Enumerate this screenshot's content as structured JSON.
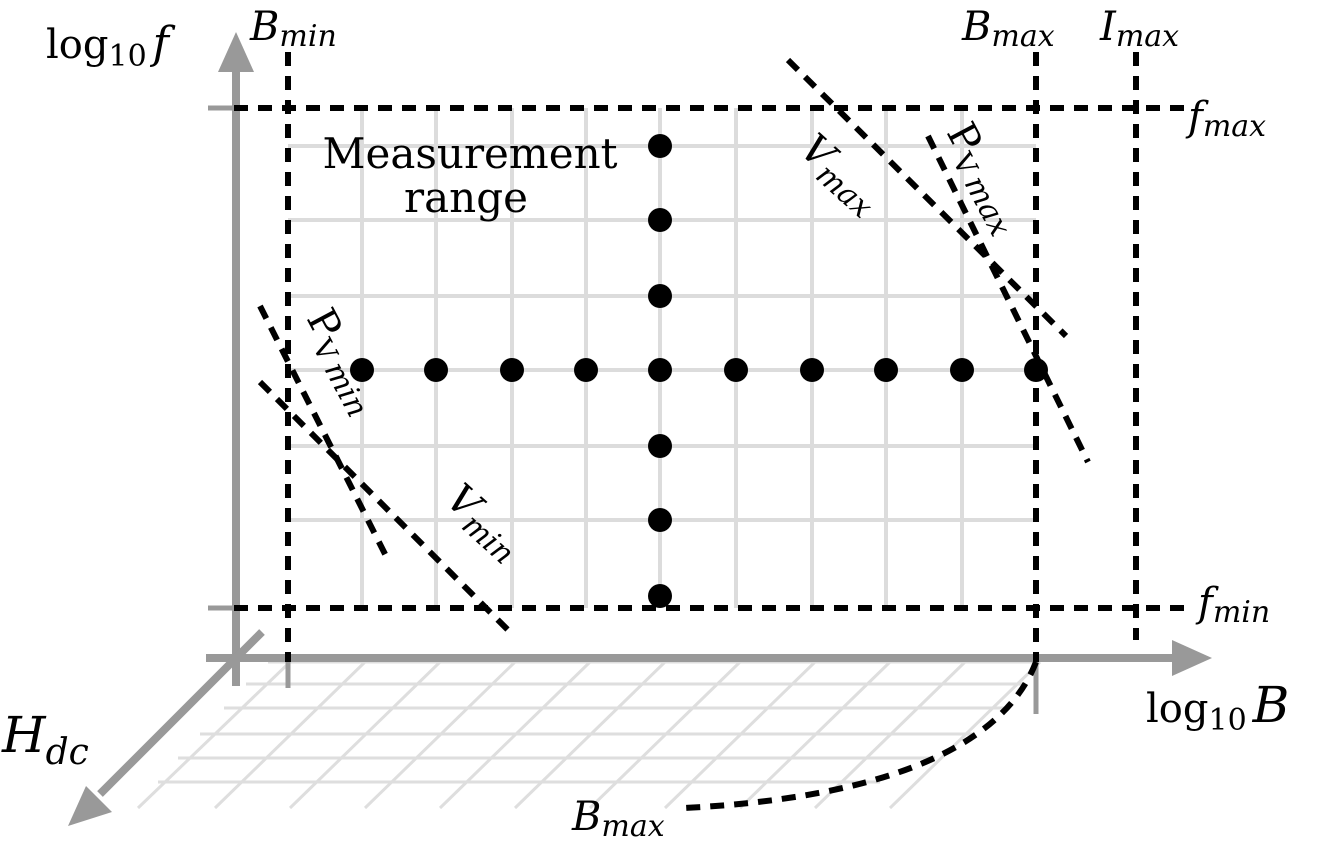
{
  "axes": {
    "y_label": {
      "base": "log",
      "sub": "10",
      "var": "f"
    },
    "x_label": {
      "base": "log",
      "sub": "10",
      "var": "B"
    },
    "z_label": {
      "main": "H",
      "sub": "dc"
    }
  },
  "boundary_labels": {
    "b_min": {
      "main": "B",
      "sub": "min"
    },
    "b_max_top": {
      "main": "B",
      "sub": "max"
    },
    "i_max": {
      "main": "I",
      "sub": "max"
    },
    "f_max": {
      "main": "f",
      "sub": "max"
    },
    "f_min": {
      "main": "f",
      "sub": "min"
    },
    "v_max": {
      "main": "V",
      "sub": "max"
    },
    "pv_max": {
      "main": "P",
      "mid": "V",
      "sub": "max"
    },
    "pv_min": {
      "main": "P",
      "mid": "V",
      "sub": "min"
    },
    "v_min": {
      "main": "V",
      "sub": "min"
    },
    "b_max_bottom": {
      "main": "B",
      "sub": "max"
    }
  },
  "region_label": {
    "line1": "Measurement",
    "line2": "range"
  },
  "measurement_points": {
    "horizontal_count": 10,
    "vertical_count": 7
  },
  "colors": {
    "axis": "#999999",
    "grid": "#dcdcdc",
    "boundary": "#000000",
    "points": "#000000"
  }
}
